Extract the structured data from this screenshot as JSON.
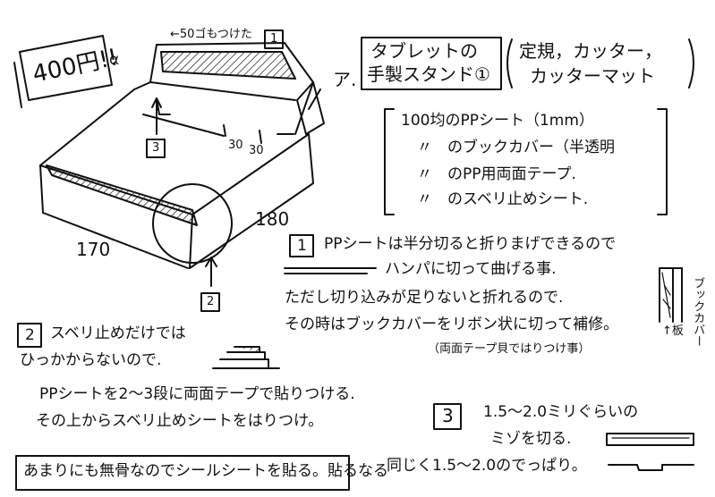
{
  "price": "400円!!",
  "price_suffix": "α",
  "title": {
    "prefix": "ア.",
    "line1": "タブレットの",
    "line2": "手製スタンド①"
  },
  "tools": {
    "line1": "定規，カッター，",
    "line2": "カッターマット"
  },
  "materials": [
    "100均のPPシート（1mm）",
    "〃　のブックカバー（半透明",
    "〃　のPP用両面テープ.",
    "〃　のスベリ止めシート."
  ],
  "drawing_labels": {
    "annotation_50": "←50ゴもつけた",
    "marker_1": "1",
    "marker_3": "3",
    "marker_2": "2",
    "dim_30a": "30",
    "dim_30b": "30",
    "dim_180": "180",
    "dim_170": "170"
  },
  "note1": {
    "marker": "1",
    "line1": "PPシートは半分切ると折りまげできるので",
    "line2": "ハンパに切って曲げる事.",
    "line3": "ただし切り込みが足りないと折れるので.",
    "line4": "その時はブックカバーをリボン状に切って補修。",
    "line5": "（両面テープ貝ではりつけ事）",
    "side_label_1": "ブックカバー",
    "side_label_2": "↑板"
  },
  "note2": {
    "marker": "2",
    "line1": "スベリ止めだけでは",
    "line2": "ひっかからないので.",
    "line3": "PPシートを2〜3段に両面テープで貼りつける.",
    "line4": "その上からスベリ止めシートをはりつけ。"
  },
  "note3": {
    "marker": "3",
    "line1": "1.5〜2.0ミリぐらいの",
    "line2": "ミゾを切る.",
    "line3": "同じく1.5〜2.0のでっぱり。"
  },
  "footer": "あまりにも無骨なのでシールシートを貼る。貼るなる"
}
